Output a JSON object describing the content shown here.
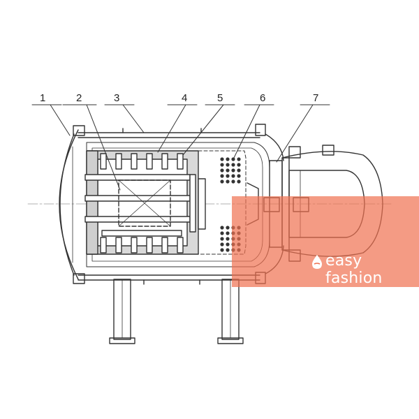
{
  "diagram": {
    "callouts": [
      {
        "id": "1",
        "label": "1"
      },
      {
        "id": "2",
        "label": "2"
      },
      {
        "id": "3",
        "label": "3"
      },
      {
        "id": "4",
        "label": "4"
      },
      {
        "id": "5",
        "label": "5"
      },
      {
        "id": "6",
        "label": "6"
      },
      {
        "id": "7",
        "label": "7"
      }
    ]
  },
  "watermark": {
    "text": "easy fashion",
    "color": "#f07050"
  }
}
